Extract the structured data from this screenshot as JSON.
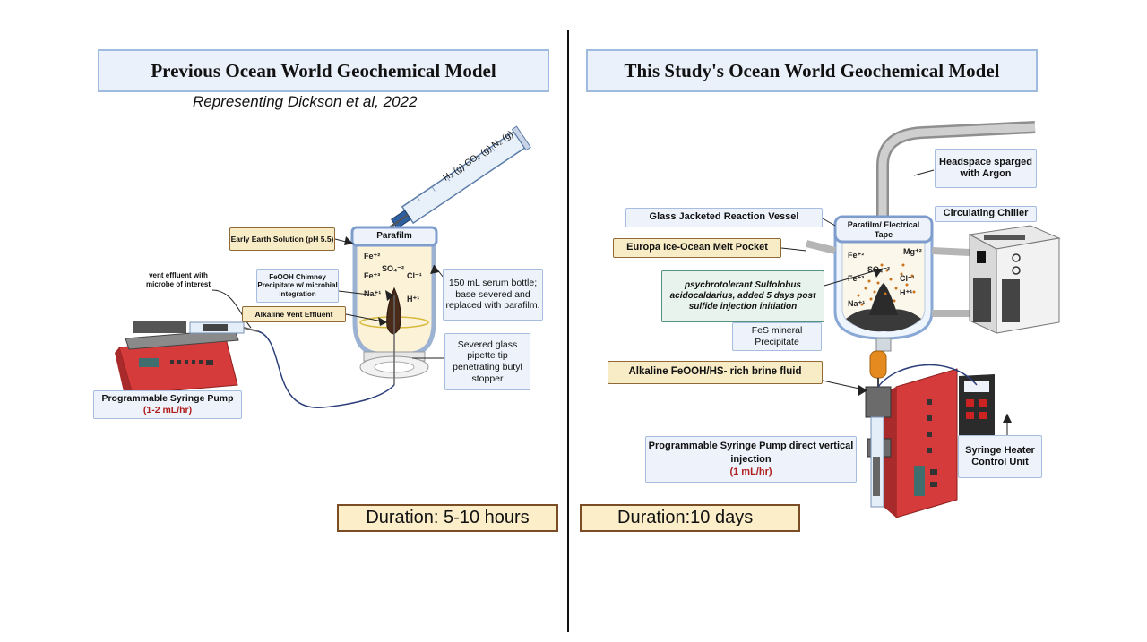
{
  "left": {
    "title": "Previous Ocean World Geochemical Model",
    "subtitle": "Representing Dickson et al, 2022",
    "syringe_gas_label": "H₂ (g) CO₂ (g) N₂ (g)",
    "parafilm": "Parafilm",
    "early_earth": "Early Earth Solution (pH 5.5)",
    "vent_effluent": "vent effluent with microbe of interest",
    "feoh_chimney": "FeOOH Chimney Precipitate w/ microbial integration",
    "alkaline_vent": "Alkaline Vent Effluent",
    "serum_bottle": "150 mL serum bottle; base severed and replaced with parafilm.",
    "severed_pipette": "Severed glass pipette tip penetrating butyl stopper",
    "pump_label": "Programmable Syringe Pump",
    "pump_rate": "(1-2 mL/hr)",
    "duration": "Duration: 5-10 hours",
    "ions": [
      "Fe⁺²",
      "SO₄⁻²",
      "Fe⁺³",
      "Cl⁻¹",
      "Na⁺¹",
      "H⁺¹"
    ]
  },
  "right": {
    "title": "This Study's Ocean World Geochemical Model",
    "headspace": "Headspace sparged with Argon",
    "glass_vessel": "Glass Jacketed Reaction Vessel",
    "circulating_chiller": "Circulating Chiller",
    "parafilm_tape": "Parafilm/ Electrical Tape",
    "europa": "Europa Ice-Ocean Melt Pocket",
    "microbe": "psychrotolerant Sulfolobus acidocaldarius, added 5 days post sulfide injection initiation",
    "fes": "FeS mineral Precipitate",
    "alkaline_brine": "Alkaline FeOOH/HS- rich brine fluid",
    "pump_label": "Programmable Syringe Pump direct vertical injection",
    "pump_rate": "(1 mL/hr)",
    "heater": "Syringe Heater Control Unit",
    "duration": "Duration:10 days",
    "ions": [
      "Fe⁺²",
      "Mg⁺²",
      "SO₄⁻²",
      "Fe⁺³",
      "Cl⁻¹",
      "H⁺¹",
      "Na⁺¹"
    ]
  },
  "colors": {
    "title_fill": "#eaf1fa",
    "title_border": "#9fbbe0",
    "note_fill": "#eef3fb",
    "tan_fill": "#f8ecc6",
    "tan_border": "#8f6a37",
    "pump_red": "#d63b3b",
    "rate_red": "#b0201f",
    "divider": "#111111"
  }
}
